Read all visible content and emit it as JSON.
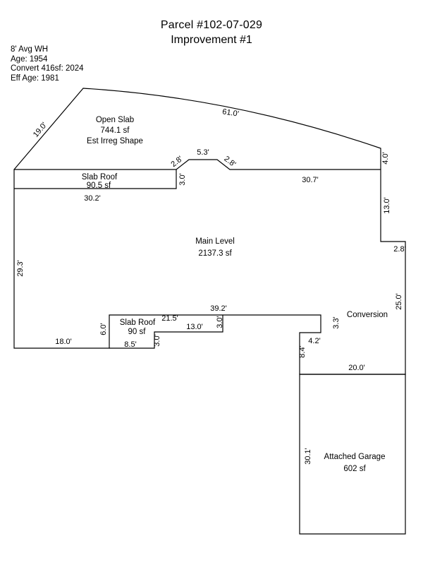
{
  "header": {
    "title": "Parcel #102-07-029",
    "subtitle": "Improvement #1"
  },
  "info": {
    "lines": [
      "8' Avg WH",
      "Age: 1954",
      "Convert 416sf: 2024",
      "Eff Age: 1981"
    ]
  },
  "areas": {
    "open_slab": {
      "name": "Open Slab",
      "size": "744.1 sf",
      "note": "Est Irreg Shape"
    },
    "slab_roof_top": {
      "name": "Slab Roof",
      "size": "90.5 sf"
    },
    "main_level": {
      "name": "Main Level",
      "size": "2137.3 sf"
    },
    "slab_roof_bottom": {
      "name": "Slab Roof",
      "size": "90 sf"
    },
    "conversion": {
      "name": "Conversion"
    },
    "garage": {
      "name": "Attached Garage",
      "size": "602 sf"
    }
  },
  "dims": {
    "open_slab_left": "19.0'",
    "open_slab_arc": "61.0'",
    "bump_left": "2.8'",
    "bump_top": "5.3'",
    "bump_right": "2.8'",
    "slab_roof_top_right": "3.0'",
    "top_right_run": "30.7'",
    "right_upper_small": "4.0'",
    "slab_roof_top_bottom": "30.2'",
    "right_upper": "13.0'",
    "right_step": "2.8'",
    "right_lower": "25.0'",
    "left_edge": "29.3'",
    "bottom_long": "39.2'",
    "sr2_top": "21.5'",
    "sr2_right": "3.0'",
    "sr2_mid": "13.0'",
    "sr2_step": "3.0'",
    "sr2_bottom": "8.5'",
    "sr2_left": "6.0'",
    "bottom_left": "18.0'",
    "conv_right_top": "3.3'",
    "conv_step": "4.2'",
    "conv_left": "8.4'",
    "garage_top": "20.0'",
    "garage_left": "30.1'"
  }
}
